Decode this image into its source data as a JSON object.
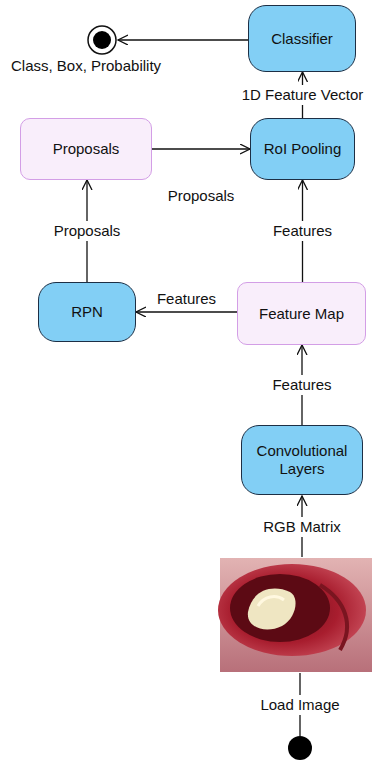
{
  "diagram": {
    "nodes": [
      {
        "text": [
          "Classifier"
        ]
      },
      {
        "text": [
          "Proposals"
        ]
      },
      {
        "text": [
          "RoI Pooling"
        ]
      },
      {
        "text": [
          "RPN"
        ]
      },
      {
        "text": [
          "Feature Map"
        ]
      },
      {
        "text": [
          "Convolutional Layers"
        ]
      }
    ],
    "edges": [
      {
        "from": 4,
        "to": 3,
        "label": "Features",
        "arrow": "to"
      },
      {
        "from": 3,
        "to": 1,
        "label": "Proposals",
        "arrow": "to"
      },
      {
        "from": 1,
        "to": 2,
        "label": "Proposals",
        "arrow": "to"
      },
      {
        "from": 4,
        "to": 2,
        "label": "Features",
        "arrow": "to"
      },
      {
        "from": 5,
        "to": 4,
        "label": "Features",
        "arrow": "to"
      },
      {
        "from": 2,
        "to": 0,
        "label": "1D Feature Vector",
        "arrow": "to"
      }
    ],
    "labels": [
      "Class, Box, Probability",
      "RGB Matrix",
      "Load Image"
    ]
  }
}
